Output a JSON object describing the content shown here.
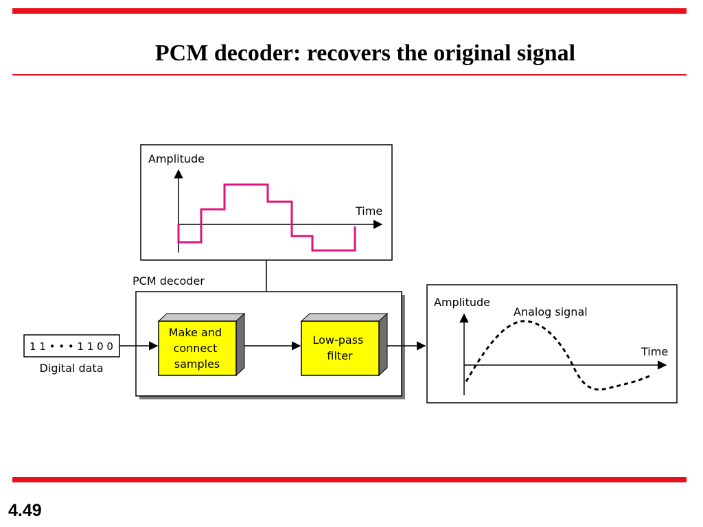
{
  "slide": {
    "title": "PCM decoder: recovers the original signal",
    "number": "4.49"
  },
  "colors": {
    "accent_red": "#e8101a",
    "box_yellow": "#ffff00",
    "staircase_magenta": "#e0127e",
    "block_shadow": "#808080"
  },
  "diagram": {
    "input": {
      "bits": "1 1 • • • 1 1 0 0",
      "label": "Digital data"
    },
    "decoder": {
      "label": "PCM decoder",
      "block1_lines": [
        "Make and",
        "connect",
        "samples"
      ],
      "block2_lines": [
        "Low-pass",
        "filter"
      ]
    },
    "staircase_plot": {
      "y_label": "Amplitude",
      "x_label": "Time"
    },
    "analog_plot": {
      "y_label": "Amplitude",
      "x_label": "Time",
      "curve_label": "Analog signal"
    }
  }
}
